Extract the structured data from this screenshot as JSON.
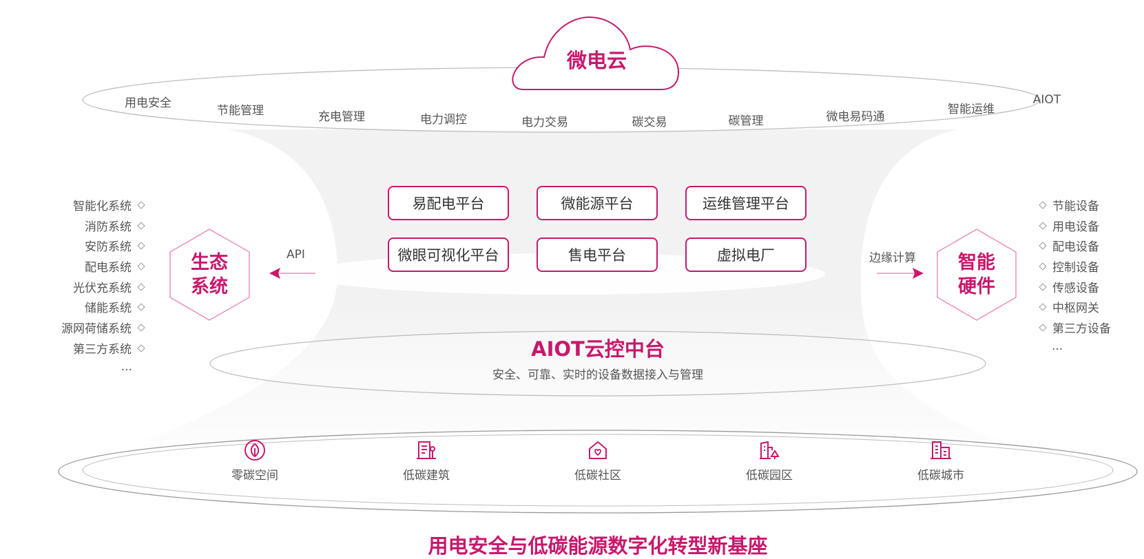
{
  "cloud": {
    "title": "微电云"
  },
  "cloud_features": [
    "用电安全",
    "节能管理",
    "充电管理",
    "电力调控",
    "电力交易",
    "碳交易",
    "碳管理",
    "微电易码通",
    "智能运维",
    "AIOT"
  ],
  "platforms": [
    "易配电平台",
    "微能源平台",
    "运维管理平台",
    "微眼可视化平台",
    "售电平台",
    "虚拟电厂"
  ],
  "left": {
    "hex_line1": "生态",
    "hex_line2": "系统",
    "arrow_label": "API",
    "items": [
      "智能化系统",
      "消防系统",
      "安防系统",
      "配电系统",
      "光伏充系统",
      "储能系统",
      "源网荷储系统",
      "第三方系统"
    ],
    "more": "..."
  },
  "right": {
    "hex_line1": "智能",
    "hex_line2": "硬件",
    "arrow_label": "边缘计算",
    "items": [
      "节能设备",
      "用电设备",
      "配电设备",
      "控制设备",
      "传感设备",
      "中枢网关",
      "第三方设备"
    ],
    "more": "..."
  },
  "middle": {
    "title": "AIOT云控中台",
    "subtitle": "安全、可靠、实时的设备数据接入与管理"
  },
  "scenes": [
    {
      "label": "零碳空间",
      "icon": "leaf-icon"
    },
    {
      "label": "低碳建筑",
      "icon": "building-icon"
    },
    {
      "label": "低碳社区",
      "icon": "house-heart-icon"
    },
    {
      "label": "低碳园区",
      "icon": "park-icon"
    },
    {
      "label": "低碳城市",
      "icon": "city-icon"
    }
  ],
  "footer": {
    "title": "用电安全与低碳能源数字化转型新基座"
  },
  "colors": {
    "accent": "#c8186c",
    "hex_border": "#ec8fb9",
    "text": "#555555"
  }
}
